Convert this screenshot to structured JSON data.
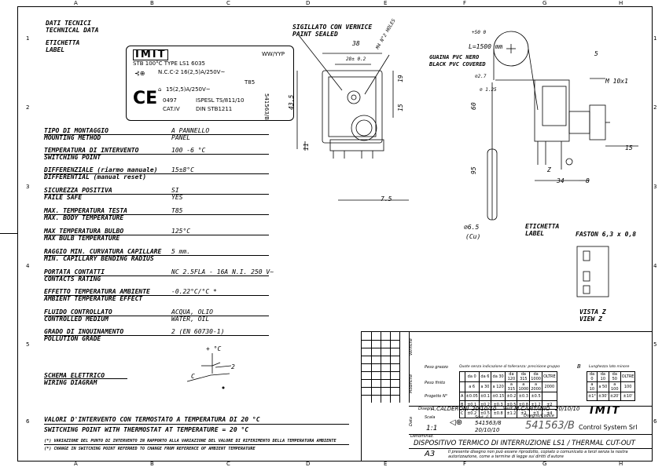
{
  "grid": {
    "cols": [
      "A",
      "B",
      "C",
      "D",
      "E",
      "F",
      "G",
      "H"
    ],
    "rows": [
      "1",
      "2",
      "3",
      "4",
      "5",
      "6"
    ]
  },
  "header_block": {
    "tech_it": "DATI TECNICI",
    "tech_en": "TECHNICAL DATA",
    "label_it": "ETICHETTA",
    "label_en": "LABEL"
  },
  "label_card": {
    "brand": "IMIT",
    "ww": "WW/YYP",
    "line1": "STB 100°C TYPE LS1 6035",
    "line2": "N.C.C-2 16(2,5)A/250V~",
    "t85": "T85",
    "line3": "15(2,5)A/250V~",
    "code": "0497",
    "ispesl": "ISPESL TS/811/10",
    "cat": "CAT.IV",
    "din": "DIN STB1211",
    "serial": "541563/B",
    "ce": "CE"
  },
  "specs": [
    {
      "it": "TIPO DI MONTAGGIO",
      "en": "MOUNTING METHOD",
      "v1": "A PANNELLO",
      "v2": "PANEL"
    },
    {
      "it": "TEMPERATURA DI INTERVENTO",
      "en": "SWITCHING POINT",
      "v1": "100 -6 °C",
      "v2": ""
    },
    {
      "it": "DIFFERENZIALE (riarmo manuale)",
      "en": "DIFFERENTIAL (manual reset)",
      "v1": "15±8°C",
      "v2": ""
    },
    {
      "it": "SICUREZZA POSITIVA",
      "en": "FAILE SAFE",
      "v1": "SI",
      "v2": "YES"
    },
    {
      "it": "MAX. TEMPERATURA TESTA",
      "en": "MAX. BODY TEMPERATURE",
      "v1": "T85",
      "v2": ""
    },
    {
      "it": "MAX TEMPERATURA BULBO",
      "en": "MAX BULB TEMPERATURE",
      "v1": "125°C",
      "v2": ""
    },
    {
      "it": "RAGGIO MIN. CURVATURA CAPILLARE",
      "en": "MIN. CAPILLARY BENDING RADIUS",
      "v1": "5 mm.",
      "v2": ""
    },
    {
      "it": "PORTATA CONTATTI",
      "en": "CONTACTS RATING",
      "v1": "NC 2.5FLA - 16A N.I. 250 V~",
      "v2": ""
    },
    {
      "it": "EFFETTO TEMPERATURA AMBIENTE",
      "en": "AMBIENT TEMPERATURE EFFECT",
      "v1": "-0.22°C/°C *",
      "v2": ""
    },
    {
      "it": "FLUIDO CONTROLLATO",
      "en": "CONTROLLED MEDIUM",
      "v1": "ACQUA, OLIO",
      "v2": "WATER, OIL"
    },
    {
      "it": "GRADO DI INQUINAMENTO",
      "en": "POLLUTION GRADE",
      "v1": "2 (EN 60730-1)",
      "v2": ""
    }
  ],
  "wiring": {
    "it": "SCHEMA ELETTRICO",
    "en": "WIRING DIAGRAM",
    "c": "C",
    "n2": "2",
    "t": "+ °C"
  },
  "footer_notes": {
    "it": "VALORI D'INTERVENTO CON TERMOSTATO A TEMPERATURA DI 20 °C",
    "en": "SWITCHING POINT WITH THERMOSTAT AT TEMPERATURE = 20 °C",
    "n1": "(*) VARIAZIONE DEL PUNTO DI INTERVENTO IN RAPPORTO ALLA VARIAZIONE DEL VALORE DI RIFERIMENTO DELLA TEMPERATURA AMBIENTE",
    "n2": "(*) CHANGE IN SWITCHING POINT REFERRED TO CHANGE FROM REFERENCE OF AMBIENT TEMPERATURE"
  },
  "drawing": {
    "sealed_it": "SIGILLATO CON VERNICE",
    "sealed_en": "PAINT SEALED",
    "d38": "38",
    "d28": "28± 0.2",
    "m4": "M4 N°2 HOLES",
    "d19": "19",
    "d15": "15",
    "d435": "43.5",
    "d11": "11",
    "d75": "7.5",
    "l": "L=1500 mm",
    "tol": "+50 0",
    "guaina_it": "GUAINA PVC NERO",
    "guaina_en": "BLACK PVC COVERED",
    "d27": "⌀2.7",
    "d125": "⌀ 1.25",
    "d60": "60",
    "d95": "95",
    "d5": "5",
    "m10": "M 10x1",
    "d15b": "15",
    "d34": "34",
    "d8": "8",
    "d65": "⌀6.5",
    "cu": "(Cu)",
    "etichetta_it": "ETICHETTA",
    "etichetta_en": "LABEL",
    "faston": "FASTON 6,3 x 0,8",
    "vista_it": "VISTA Z",
    "vista_en": "VIEW Z",
    "z": "Z"
  },
  "title_block": {
    "peso_grezzo": "Peso grezzo",
    "peso_finito": "Peso finito",
    "progetto": "Progetto N°",
    "tol_header": "Quote senza indicazione di tolleranza: precisione gruppo",
    "group": "B",
    "lung_header": "Lunghezza lato minore",
    "dims_hdr": [
      "da 0",
      "da 6",
      "da 30",
      "da 120",
      "da 315",
      "da 1000",
      "OLTRE"
    ],
    "dims_hdr2": [
      "a 6",
      "a 30",
      "a 120",
      "a 315",
      "a 1000",
      "a 2000",
      "2000"
    ],
    "row_a": [
      "A",
      "±0.05",
      "±0.1",
      "±0.15",
      "±0.2",
      "±0.3",
      "±0.5",
      ""
    ],
    "row_b": [
      "B",
      "±0.1",
      "±0.2",
      "±0.3",
      "±0.5",
      "±0.8",
      "±1.2",
      "±2"
    ],
    "row_c": [
      "C",
      "±0.2",
      "±0.5",
      "±0.8",
      "±1.2",
      "±2",
      "±3",
      "±4"
    ],
    "ang_hdr": [
      "da 0",
      "da 10",
      "da 50",
      "OLTRE"
    ],
    "ang_hdr2": [
      "a 10",
      "a 50",
      "a 100",
      "100"
    ],
    "ang_vals": [
      "±1°",
      "±30'",
      "±20'",
      "±10'"
    ],
    "disegn": "A.CALDERONI",
    "date1": "20/10/10",
    "verif": "M.CAPITANIO",
    "date2": "20/10/10",
    "scale_label": "Scala",
    "scale": "1:1",
    "sost": "541563/8",
    "date3": "20/10/10",
    "drawing_no": "541563/B",
    "company": "Control System Srl",
    "denominaz": "Denominaz.",
    "title": "DISPOSITIVO TERMICO DI INTERRUZIONE LS1 / THERMAL CUT-OUT",
    "format": "A3",
    "legal": "Il presente disegno non può essere riprodotto, copiato o comunicato a terzi senza la nostra autorizzazione, come a termine di legge sui diritti d'autore",
    "rev_labels": [
      "Verifiche",
      "Modifiche",
      "Data"
    ]
  }
}
